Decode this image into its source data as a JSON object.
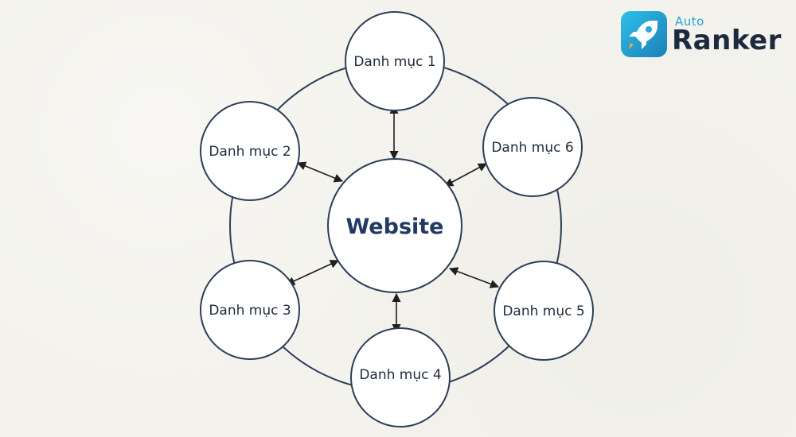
{
  "diagram": {
    "center": {
      "label": "Website"
    },
    "nodes": [
      {
        "label": "Danh mục 1"
      },
      {
        "label": "Danh mục 2"
      },
      {
        "label": "Danh mục 3"
      },
      {
        "label": "Danh mục 4"
      },
      {
        "label": "Danh mục 5"
      },
      {
        "label": "Danh mục 6"
      }
    ]
  },
  "logo": {
    "small": "Auto",
    "big": "Ranker",
    "icon": "rocket-icon"
  },
  "colors": {
    "stroke": "#2c3e57",
    "fill": "#ffffff",
    "center_text": "#223a63",
    "logo_blue": "#24a5d6",
    "logo_dark": "#1d2a3e"
  }
}
